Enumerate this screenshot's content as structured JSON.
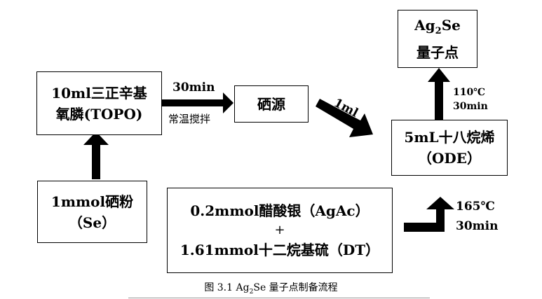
{
  "boxes": {
    "topo": {
      "line1": "10ml三正辛基",
      "line2": "氧膦(TOPO)"
    },
    "se_powder": {
      "line1": "1mmol硒粉",
      "line2": "（Se）"
    },
    "se_source": {
      "label": "硒源"
    },
    "ode": {
      "line1": "5mL十八烷烯",
      "line2": "（ODE）"
    },
    "qd": {
      "line1_main": "Ag",
      "line1_sub": "2",
      "line1_tail": "Se",
      "line2": "量子点"
    },
    "agac": {
      "line1": "0.2mmol醋酸银（AgAc）",
      "line2": "+",
      "line3": "1.61mmol十二烷基硫（DT）"
    }
  },
  "labels": {
    "time1": "30min",
    "stir": "常温搅拌",
    "ml": "1ml",
    "temp1": "110℃",
    "time2": "30min",
    "temp2": "165℃",
    "time3": "30min"
  },
  "caption": {
    "prefix": "图 3.1 Ag",
    "sub": "2",
    "suffix": "Se 量子点制备流程"
  }
}
